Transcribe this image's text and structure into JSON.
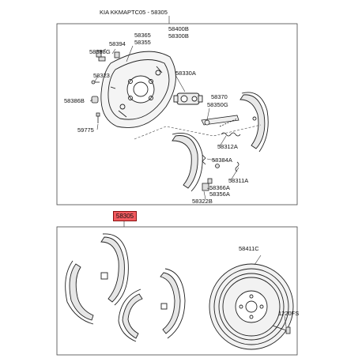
{
  "header": "KIA KKMAPTC05 - 58305",
  "upper_codes": {
    "p58400B": "58400B",
    "p58300B": "58300B",
    "p58365": "58365",
    "p58355": "58355",
    "p58394": "58394",
    "p58388G": "58388G",
    "p58323": "58323",
    "p58330A": "58330A",
    "p58386B": "58386B",
    "p58370": "58370",
    "p58350G": "58350G",
    "p59775": "59775",
    "p58312A": "58312A",
    "p58384A": "58384A",
    "p58311A": "58311A",
    "p58366A": "58366A",
    "p58356A": "58356A",
    "p58322B": "58322B"
  },
  "lower": {
    "highlight": "58305",
    "p58411C": "58411C",
    "p1220FS": "1220FS"
  },
  "colors": {
    "highlight": "#f25a5f",
    "line": "#333333"
  }
}
